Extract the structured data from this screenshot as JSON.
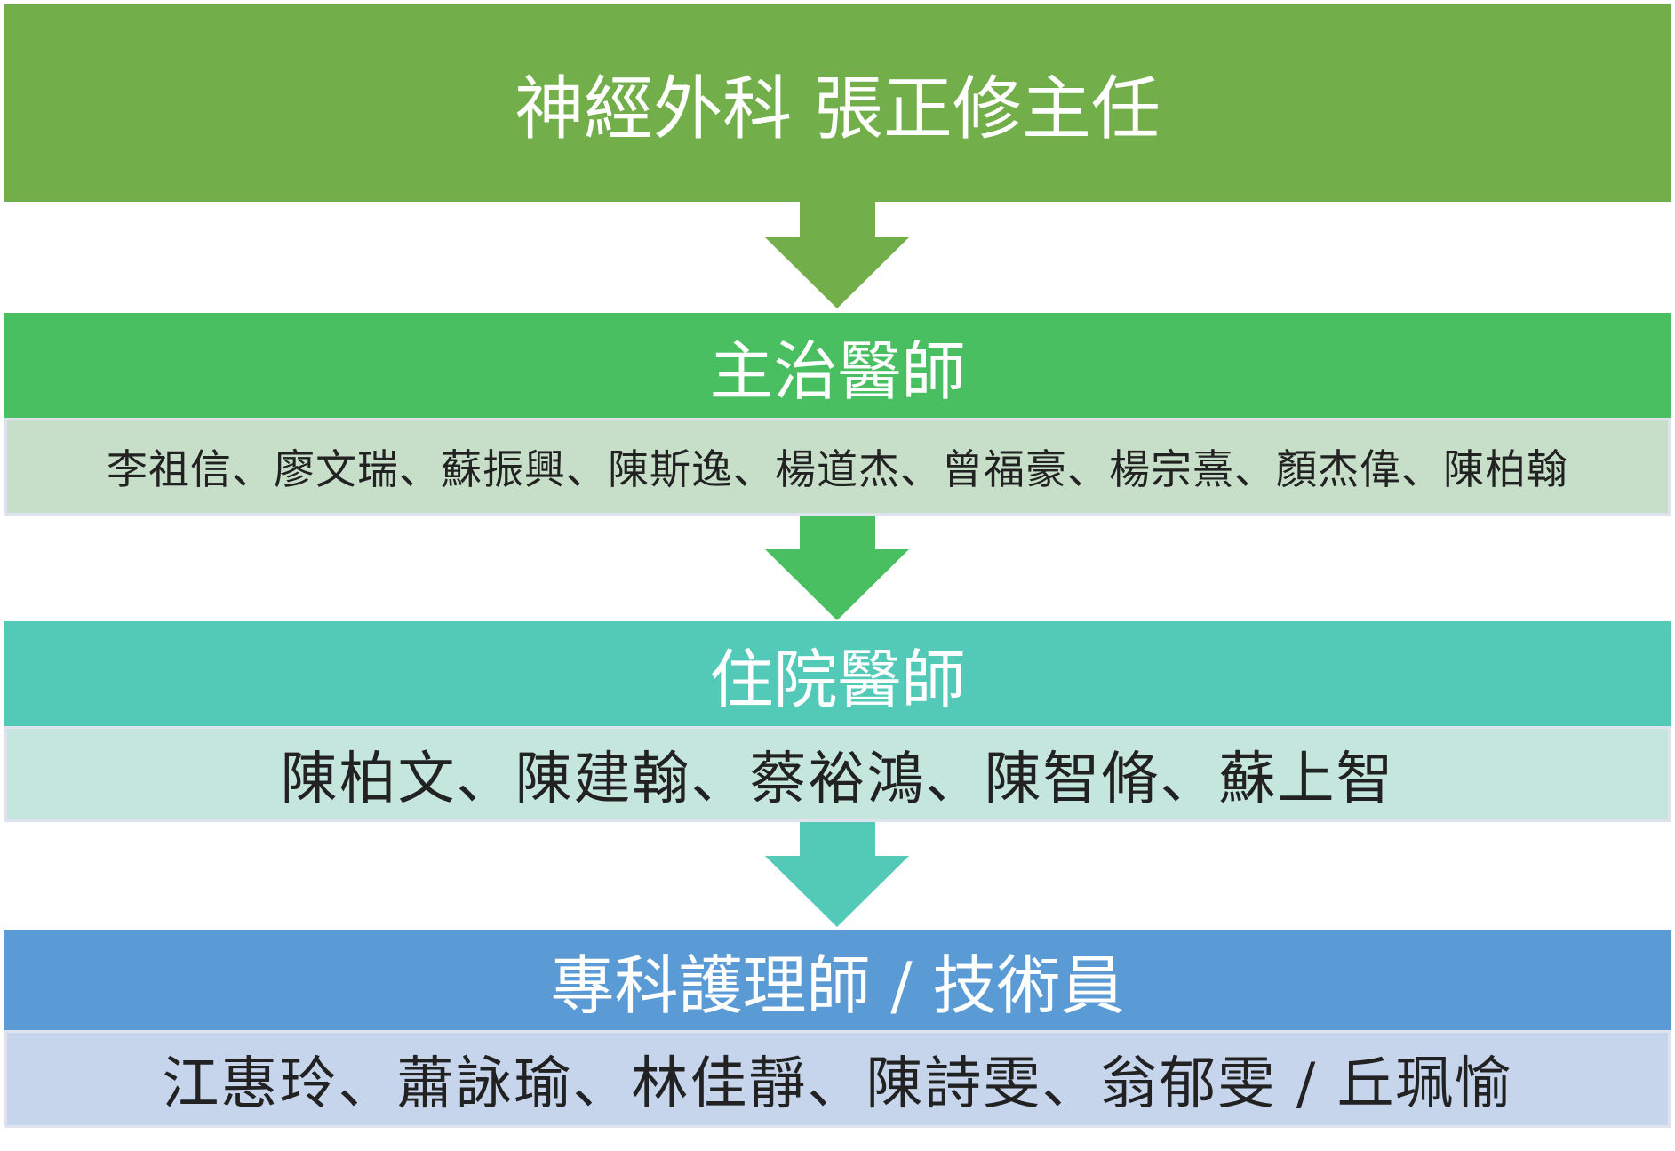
{
  "colors": {
    "chief_bg": "#72ae4a",
    "attending_title_bg": "#4abf62",
    "attending_list_bg": "#c7dfc9",
    "resident_title_bg": "#52cab7",
    "resident_list_bg": "#c5e6dc",
    "nurse_title_bg": "#5b9bd5",
    "nurse_list_bg": "#c6d5ec",
    "arrow_1": "#72ae4a",
    "arrow_2": "#4abf62",
    "arrow_3": "#52cab7"
  },
  "chief": {
    "title": "神經外科 張正修主任"
  },
  "attending": {
    "title": "主治醫師",
    "members": "李祖信、廖文瑞、蘇振興、陳斯逸、楊道杰、曾福豪、楊宗熹、顏杰偉、陳柏翰"
  },
  "resident": {
    "title": "住院醫師",
    "members": "陳柏文、陳建翰、蔡裕鴻、陳智脩、蘇上智"
  },
  "nurse": {
    "title": "專科護理師 / 技術員",
    "members": "江惠玲、蕭詠瑜、林佳靜、陳詩雯、翁郁雯 / 丘珮愉"
  }
}
